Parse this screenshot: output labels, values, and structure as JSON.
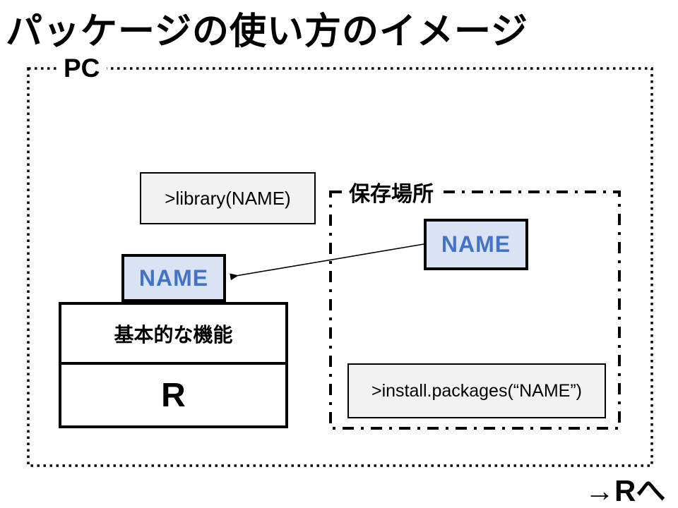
{
  "slide": {
    "title": "パッケージの使い方のイメージ",
    "footer_note": "→Rへ"
  },
  "pc_container": {
    "label": "PC"
  },
  "storage_container": {
    "label": "保存場所"
  },
  "commands": {
    "library": ">library(NAME)",
    "install": ">install.packages(“NAME”)"
  },
  "packages": {
    "installed": "NAME",
    "stored": "NAME"
  },
  "r_stack": {
    "functions_label": "基本的な機能",
    "base_label": "R"
  },
  "colors": {
    "package_fill": "#dae3f3",
    "package_text": "#4472c4",
    "command_fill": "#f2f2f2",
    "line": "#000000",
    "background": "#ffffff"
  }
}
